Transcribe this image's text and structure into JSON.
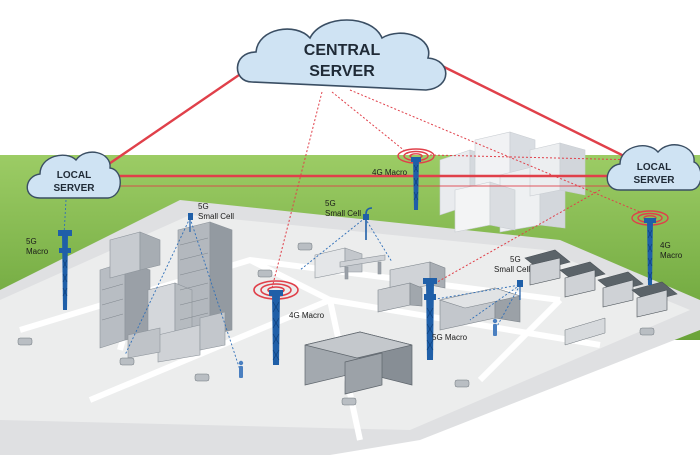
{
  "central_server": {
    "line1": "CENTRAL",
    "line2": "SERVER"
  },
  "local_server_left": {
    "line1": "LOCAL",
    "line2": "SERVER"
  },
  "local_server_right": {
    "line1": "LOCAL",
    "line2": "SERVER"
  },
  "towers": {
    "macro_4g_top": "4G Macro",
    "small_cell_5g_left": {
      "line1": "5G",
      "line2": "Small Cell"
    },
    "macro_5g_left": {
      "line1": "5G",
      "line2": "Macro"
    },
    "small_cell_5g_center": {
      "line1": "5G",
      "line2": "Small Cell"
    },
    "macro_4g_center": "4G Macro",
    "macro_5g_center": "5G Macro",
    "small_cell_5g_right": {
      "line1": "5G",
      "line2": "Small Cell"
    },
    "macro_4g_right": {
      "line1": "4G",
      "line2": "Macro"
    }
  },
  "colors": {
    "backhaul_red": "#e0404a",
    "link_blue": "#2f6fb8",
    "tower_blue": "#1f5fa8",
    "cloud_fill": "#cfe3f3",
    "grass": "#7cb342",
    "ground": "#e6e7e8"
  }
}
